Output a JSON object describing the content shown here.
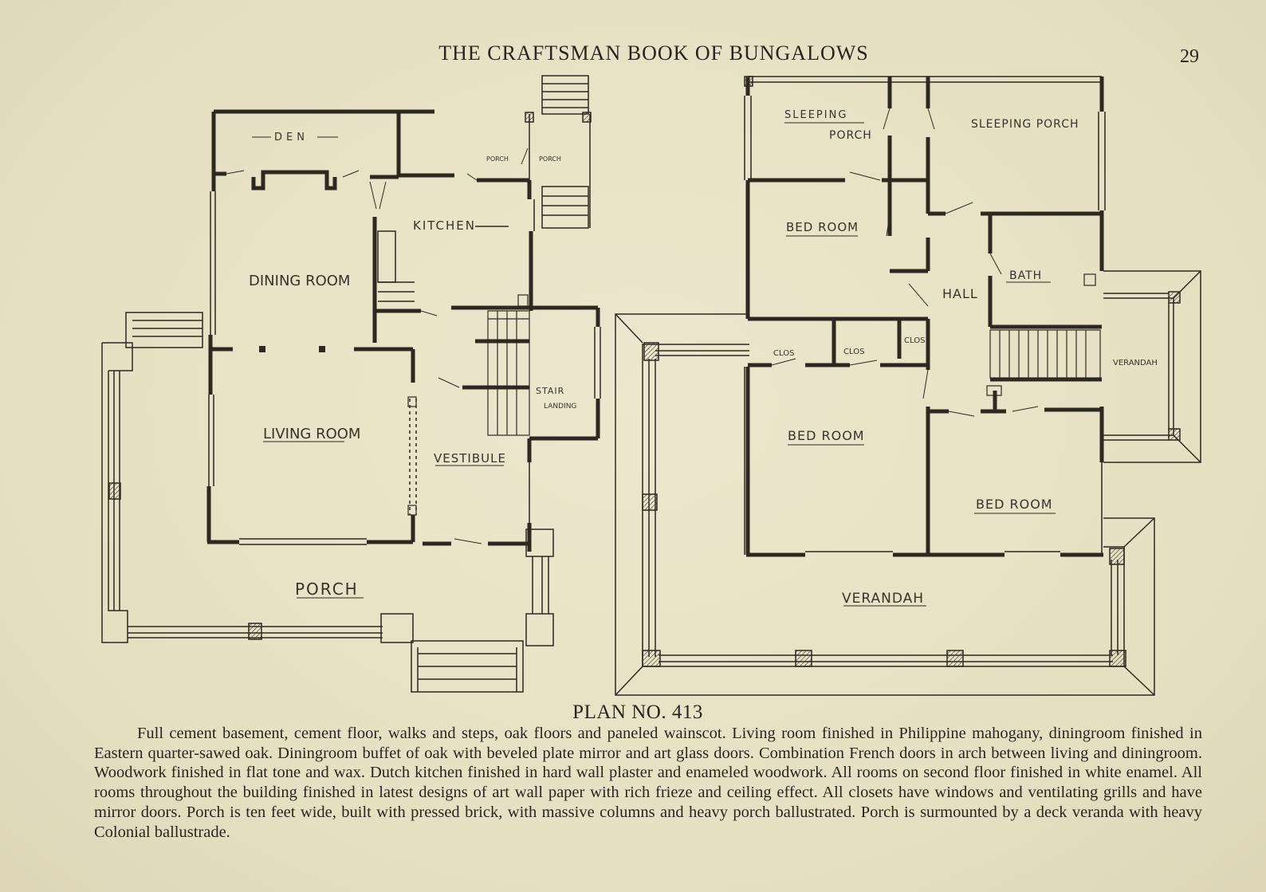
{
  "header": {
    "title": "THE CRAFTSMAN BOOK OF BUNGALOWS",
    "page_number": "29"
  },
  "first_floor": {
    "labels": {
      "den": "DEN",
      "porch_a": "PORCH",
      "porch_b": "PORCH",
      "kitchen": "KITCHEN",
      "dining": "DINING ROOM",
      "living": "LIVING ROOM",
      "stair": "STAIR",
      "landing": "LANDING",
      "vestibule": "VESTIBULE",
      "porch": "PORCH"
    }
  },
  "second_floor": {
    "labels": {
      "sleeping_porch_left_1": "SLEEPING",
      "sleeping_porch_left_2": "PORCH",
      "sleeping_porch_right": "SLEEPING PORCH",
      "bed_room_1": "BED ROOM",
      "bath": "BATH",
      "hall": "HALL",
      "clos_1": "CLOS",
      "clos_2": "CLOS",
      "clos_3": "CLOS",
      "bed_room_2": "BED ROOM",
      "bed_room_3": "BED ROOM",
      "verandah_side": "VERANDAH",
      "verandah_front": "VERANDAH"
    }
  },
  "plan_title": "PLAN NO. 413",
  "description": "Full cement basement, cement floor, walks and steps, oak floors and paneled wainscot. Living room finished in Philippine mahogany, diningroom finished in Eastern quarter-sawed oak. Diningroom buffet of oak with beveled plate mirror and art glass doors. Combination French doors in arch between living and diningroom. Woodwork finished in flat tone and wax. Dutch kitchen finished in hard wall plaster and enameled woodwork. All rooms on second floor finished in white enamel. All rooms throughout the building finished in latest designs of art wall paper with rich frieze and ceiling effect. All closets have windows and ventilating grills and have mirror doors. Porch is ten feet wide, built with pressed brick, with massive columns and heavy porch ballustrated. Porch is surmounted by a deck veranda with heavy Colonial ballustrade."
}
